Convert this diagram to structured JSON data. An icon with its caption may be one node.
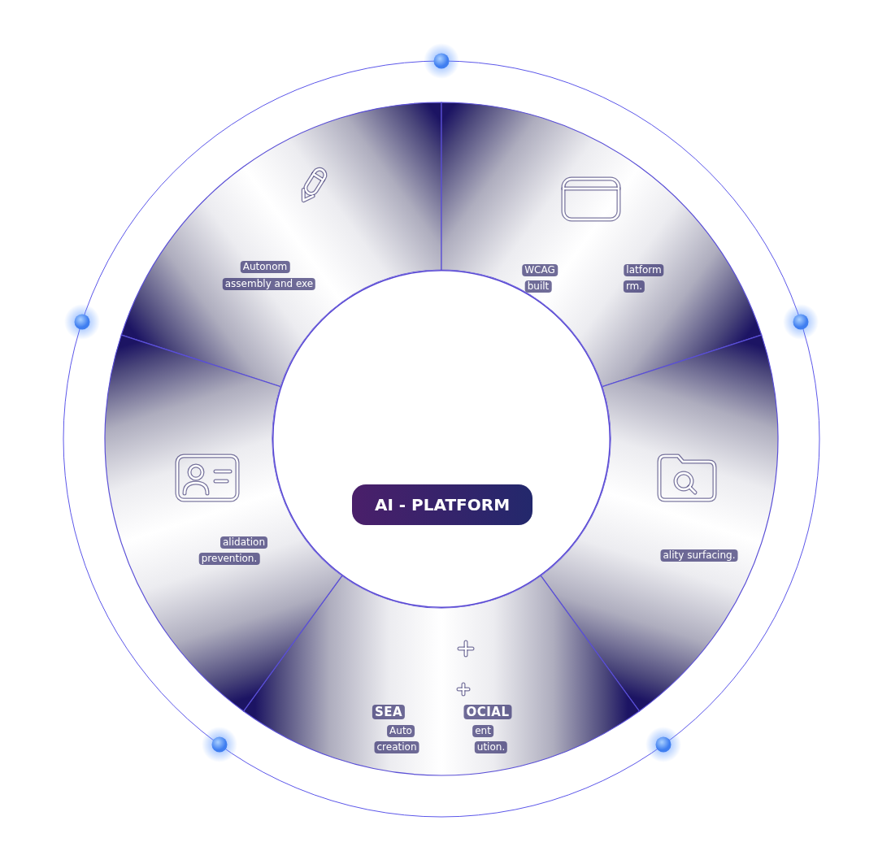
{
  "diagram": {
    "nodes": [
      {
        "text": [],
        "shape": "circle"
      },
      {
        "text": [
          "AI - PLATFORM"
        ],
        "in": 0
      },
      {
        "text": [
          "Autonom",
          "assembly and exe"
        ]
      },
      {
        "text": [
          "WCAG",
          "latform",
          "built",
          "rm."
        ]
      },
      {
        "text": [
          "ality surfacing."
        ]
      },
      {
        "text": [
          "SEA",
          "OCIAL",
          "Auto",
          "ent",
          "creation",
          "ution."
        ]
      },
      {
        "text": [
          "alidation",
          "prevention."
        ]
      }
    ]
  }
}
